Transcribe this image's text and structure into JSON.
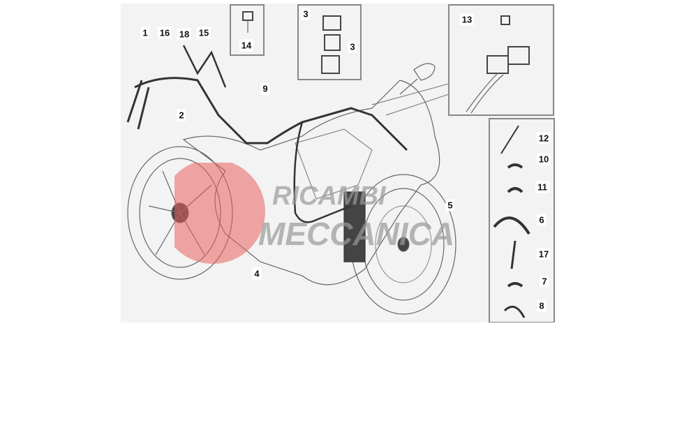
{
  "diagram": {
    "title": "Wiring harness exploded view",
    "callouts": {
      "c1": "1",
      "c16": "16",
      "c18": "18",
      "c15": "15",
      "c14": "14",
      "c3a": "3",
      "c3b": "3",
      "c9": "9",
      "c2": "2",
      "c13": "13",
      "c12": "12",
      "c10": "10",
      "c11": "11",
      "c6": "6",
      "c17": "17",
      "c7": "7",
      "c8": "8",
      "c5": "5",
      "c4": "4"
    },
    "watermark": "RICAMBI MECCANICA",
    "colors": {
      "background": "#f3f3f3",
      "line": "#555555",
      "watermark_red": "#e8605f",
      "watermark_gray": "#9a9a9a"
    }
  }
}
